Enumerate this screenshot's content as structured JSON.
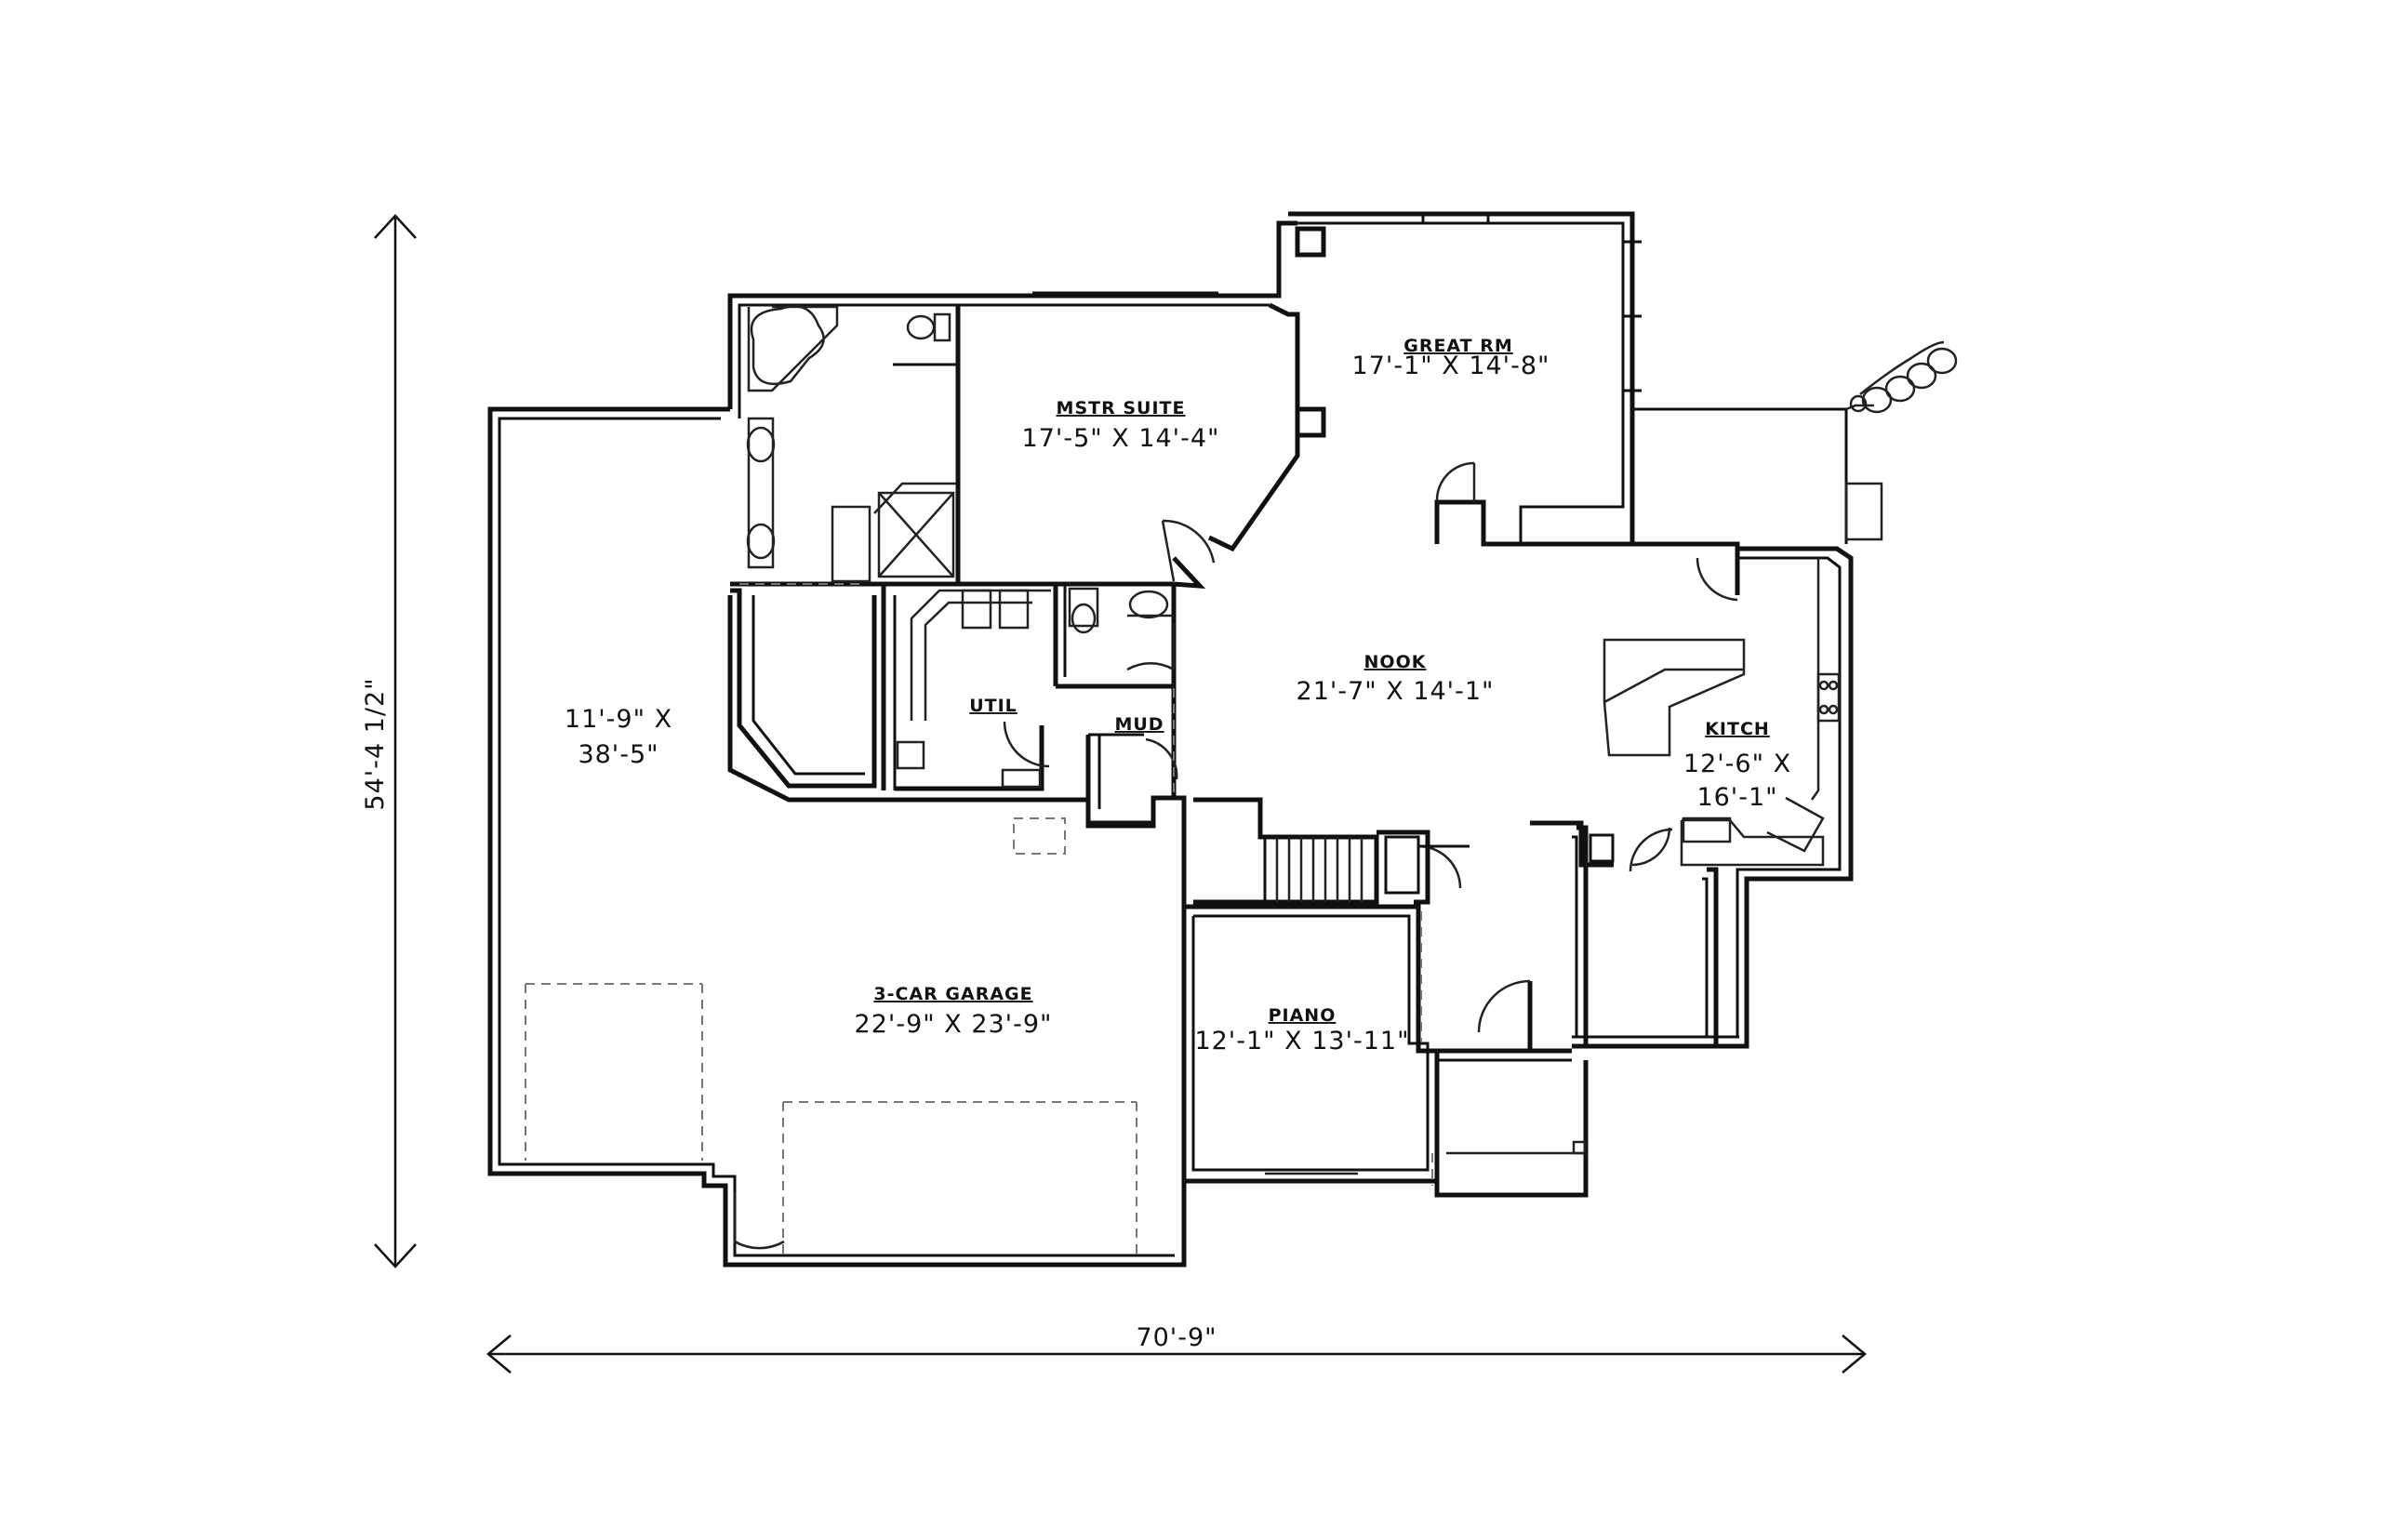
{
  "overall_dimensions": {
    "width": "70'-9\"",
    "depth": "54'-4 1/2\""
  },
  "rooms": {
    "great_rm": {
      "name": "GREAT RM",
      "dims": "17'-1\" X 14'-8\""
    },
    "mstr_suite": {
      "name": "MSTR SUITE",
      "dims": "17'-5\" X 14'-4\""
    },
    "nook": {
      "name": "NOOK",
      "dims": "21'-7\" X 14'-1\""
    },
    "kitch": {
      "name": "KITCH",
      "dims_line1": "12'-6\" X",
      "dims_line2": "16'-1\""
    },
    "util": {
      "name": "UTIL"
    },
    "mud": {
      "name": "MUD"
    },
    "side_garage": {
      "dims_line1": "11'-9\" X",
      "dims_line2": "38'-5\""
    },
    "garage": {
      "name": "3-CAR GARAGE",
      "dims": "22'-9\" X 23'-9\""
    },
    "piano": {
      "name": "PIANO",
      "dims": "12'-1\" X 13'-11\""
    }
  },
  "colors": {
    "background": "#ffffff",
    "line": "#111111"
  }
}
